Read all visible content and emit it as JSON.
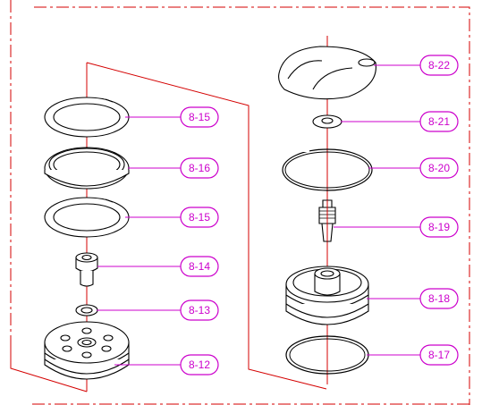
{
  "colors": {
    "callout": "#cc00cc",
    "border": "#d40000",
    "part_stroke": "#000000"
  },
  "callouts": [
    {
      "id": "c-8-15a",
      "label": "8-15"
    },
    {
      "id": "c-8-16",
      "label": "8-16"
    },
    {
      "id": "c-8-15b",
      "label": "8-15"
    },
    {
      "id": "c-8-14",
      "label": "8-14"
    },
    {
      "id": "c-8-13",
      "label": "8-13"
    },
    {
      "id": "c-8-12",
      "label": "8-12"
    },
    {
      "id": "c-8-22",
      "label": "8-22"
    },
    {
      "id": "c-8-21",
      "label": "8-21"
    },
    {
      "id": "c-8-20",
      "label": "8-20"
    },
    {
      "id": "c-8-19",
      "label": "8-19"
    },
    {
      "id": "c-8-18",
      "label": "8-18"
    },
    {
      "id": "c-8-17",
      "label": "8-17"
    }
  ]
}
